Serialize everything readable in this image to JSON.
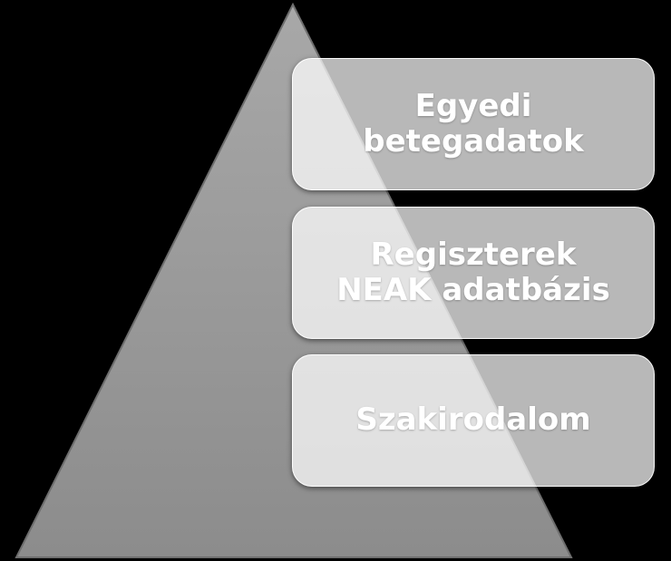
{
  "levels": [
    {
      "lines": [
        "Egyedi",
        "betegadatok"
      ]
    },
    {
      "lines": [
        "Regiszterek",
        "NEAK adatbázis"
      ]
    },
    {
      "lines": [
        "Szakirodalom"
      ]
    }
  ]
}
